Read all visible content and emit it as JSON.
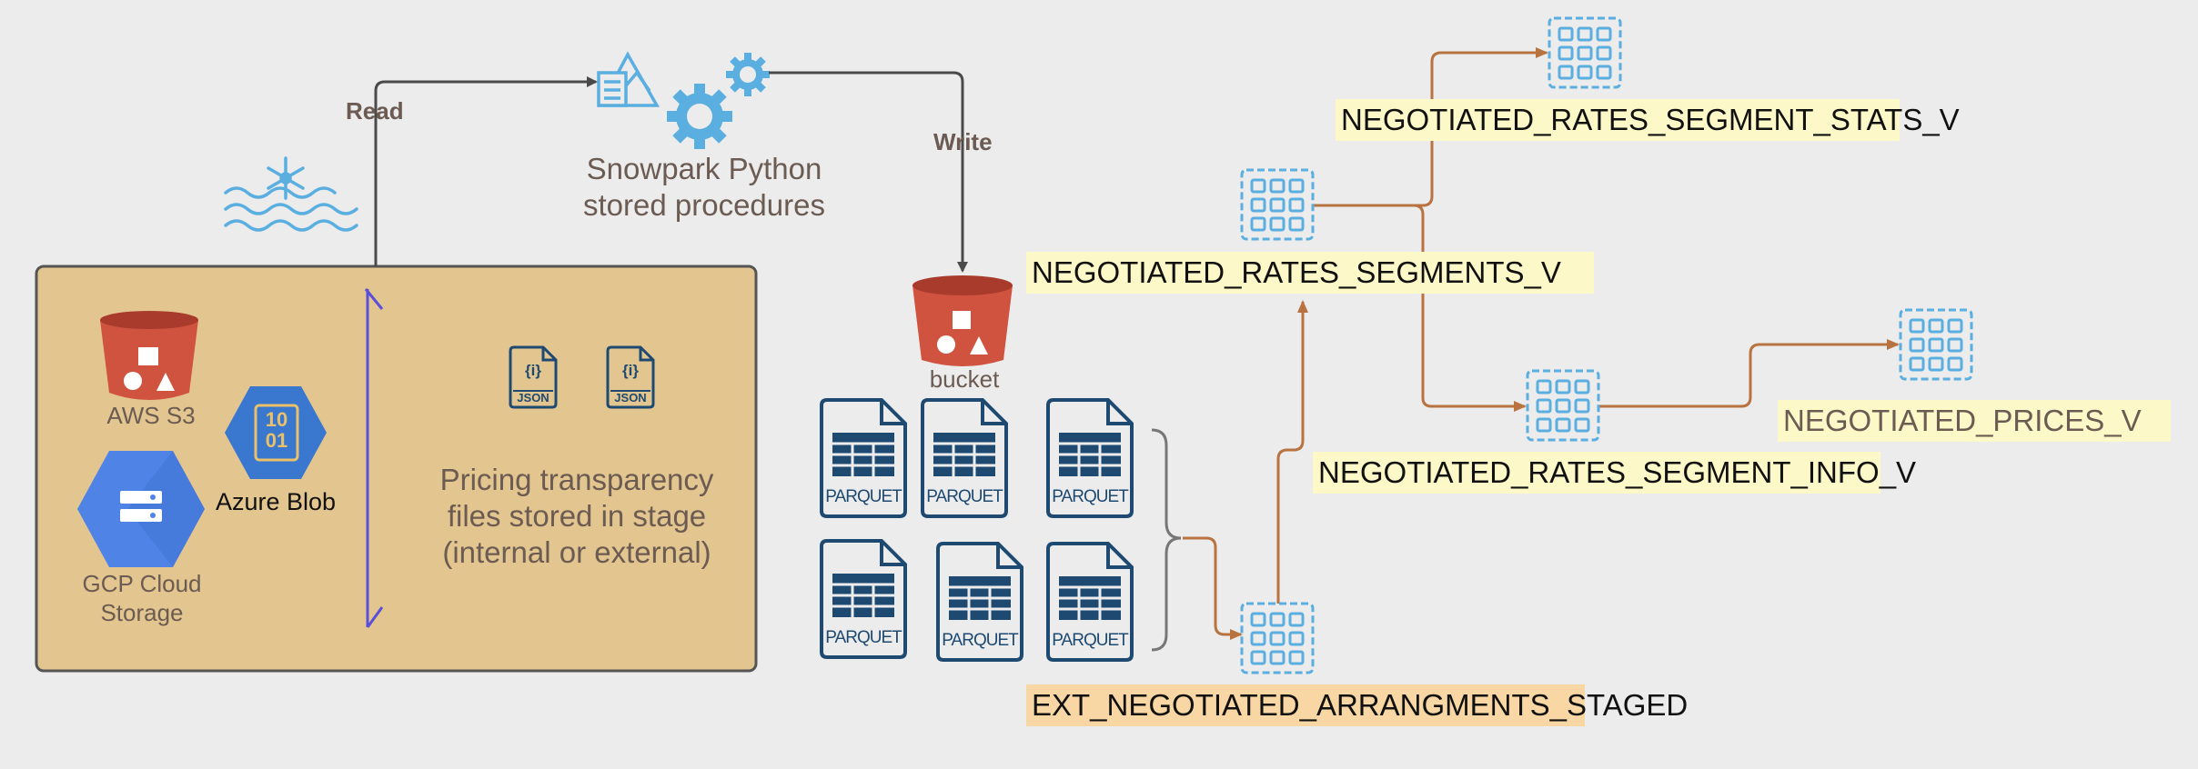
{
  "edges": {
    "read_label": "Read",
    "write_label": "Write"
  },
  "procedures": {
    "label_line1": "Snowpark Python",
    "label_line2": "stored procedures"
  },
  "stage": {
    "aws_label": "AWS S3",
    "azure_label": "Azure Blob",
    "gcp_label_line1": "GCP Cloud",
    "gcp_label_line2": "Storage",
    "json_badge": "JSON",
    "json_glyph": "{i}",
    "azure_glyph_line1": "10",
    "azure_glyph_line2": "01",
    "description_line1": "Pricing transparency",
    "description_line2": "files stored in stage",
    "description_line3": "(internal or external)"
  },
  "bucket": {
    "label": "bucket"
  },
  "parquet": {
    "file_label": "PARQUET"
  },
  "views": {
    "staged": "EXT_NEGOTIATED_ARRANGMENTS_STAGED",
    "segments": "NEGOTIATED_RATES_SEGMENTS_V",
    "segment_stats": "NEGOTIATED_RATES_SEGMENT_STATS_V",
    "segment_info": "NEGOTIATED_RATES_SEGMENT_INFO_V",
    "prices": "NEGOTIATED_PRICES_V"
  },
  "colors": {
    "background": "#ececec",
    "stage_fill": "#e3c68f",
    "stage_border": "#555555",
    "arrow_dark": "#4a4a4a",
    "arrow_orange": "#b87340",
    "icon_blue": "#5aaee0",
    "file_navy": "#1e4a72",
    "bucket_red": "#d0533f",
    "gcp_blue": "#4f84e6",
    "azure_blue": "#3a77cf",
    "label_yellow": "#fdf8c8",
    "label_orange": "#f8d7a4",
    "caption_brown": "#6b5b52"
  }
}
